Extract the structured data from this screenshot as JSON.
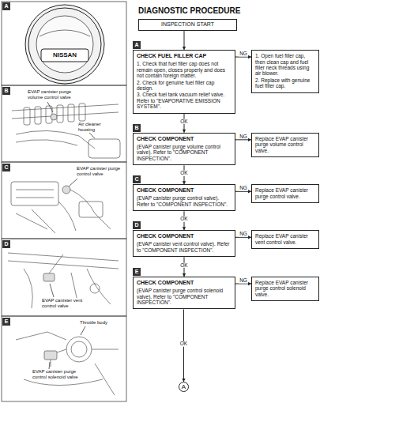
{
  "diagram": {
    "title": "DIAGNOSTIC PROCEDURE",
    "nodes": [
      {
        "text": [
          "INSPECTION START"
        ]
      },
      {
        "text": [
          "A",
          "CHECK FUEL FILLER CAP",
          "1. Check that fuel filler cap does not remain open, closes properly and does not contain foreign matter.",
          "2. Check for genuine fuel filler cap design.",
          "3. Check fuel tank vacuum relief valve. Refer to \"EVAPORATIVE EMISSION SYSTEM\"."
        ]
      },
      {
        "text": [
          "1. Open fuel filler cap, then clean cap and fuel filler neck threads using air blower.",
          "2. Replace with genuine fuel filler cap."
        ]
      },
      {
        "text": [
          "B",
          "CHECK COMPONENT",
          "(EVAP canister purge volume control valve). Refer to \"COMPONENT INSPECTION\"."
        ]
      },
      {
        "text": [
          "Replace EVAP canister purge volume control valve."
        ]
      },
      {
        "text": [
          "C",
          "CHECK COMPONENT",
          "(EVAP canister purge control valve). Refer to \"COMPONENT INSPECTION\"."
        ]
      },
      {
        "text": [
          "Replace EVAP canister purge control valve."
        ]
      },
      {
        "text": [
          "D",
          "CHECK COMPONENT",
          "(EVAP canister vent control valve). Refer to \"COMPONENT INSPECTION\"."
        ]
      },
      {
        "text": [
          "Replace EVAP canister vent control valve."
        ]
      },
      {
        "text": [
          "E",
          "CHECK COMPONENT",
          "(EVAP canister purge control solenoid valve). Refer to \"COMPONENT INSPECTION\"."
        ]
      },
      {
        "text": [
          "Replace EVAP canister purge control solenoid valve."
        ]
      },
      {
        "text": [
          "A"
        ]
      }
    ],
    "edges": [
      {
        "from": 0,
        "to": 1,
        "arrow": "to"
      },
      {
        "from": 1,
        "to": 2,
        "label": "NG",
        "arrow": "to"
      },
      {
        "from": 1,
        "to": 3,
        "label": "OK",
        "arrow": "to"
      },
      {
        "from": 3,
        "to": 4,
        "label": "NG",
        "arrow": "to"
      },
      {
        "from": 3,
        "to": 5,
        "label": "OK",
        "arrow": "to"
      },
      {
        "from": 5,
        "to": 6,
        "label": "NG",
        "arrow": "to"
      },
      {
        "from": 5,
        "to": 7,
        "label": "OK",
        "arrow": "to"
      },
      {
        "from": 7,
        "to": 8,
        "label": "NG",
        "arrow": "to"
      },
      {
        "from": 7,
        "to": 9,
        "label": "OK",
        "arrow": "to"
      },
      {
        "from": 9,
        "to": 10,
        "label": "NG",
        "arrow": "to"
      },
      {
        "from": 9,
        "to": 11,
        "label": "OK",
        "arrow": "to"
      }
    ],
    "labels": [
      "A",
      "NISSAN",
      "B",
      "EVAP canister purge volume control valve",
      "Air cleaner housing",
      "C",
      "EVAP canister purge control valve",
      "D",
      "EVAP canister vent control valve",
      "E",
      "Throttle body",
      "EVAP canister purge control solenoid valve"
    ]
  }
}
